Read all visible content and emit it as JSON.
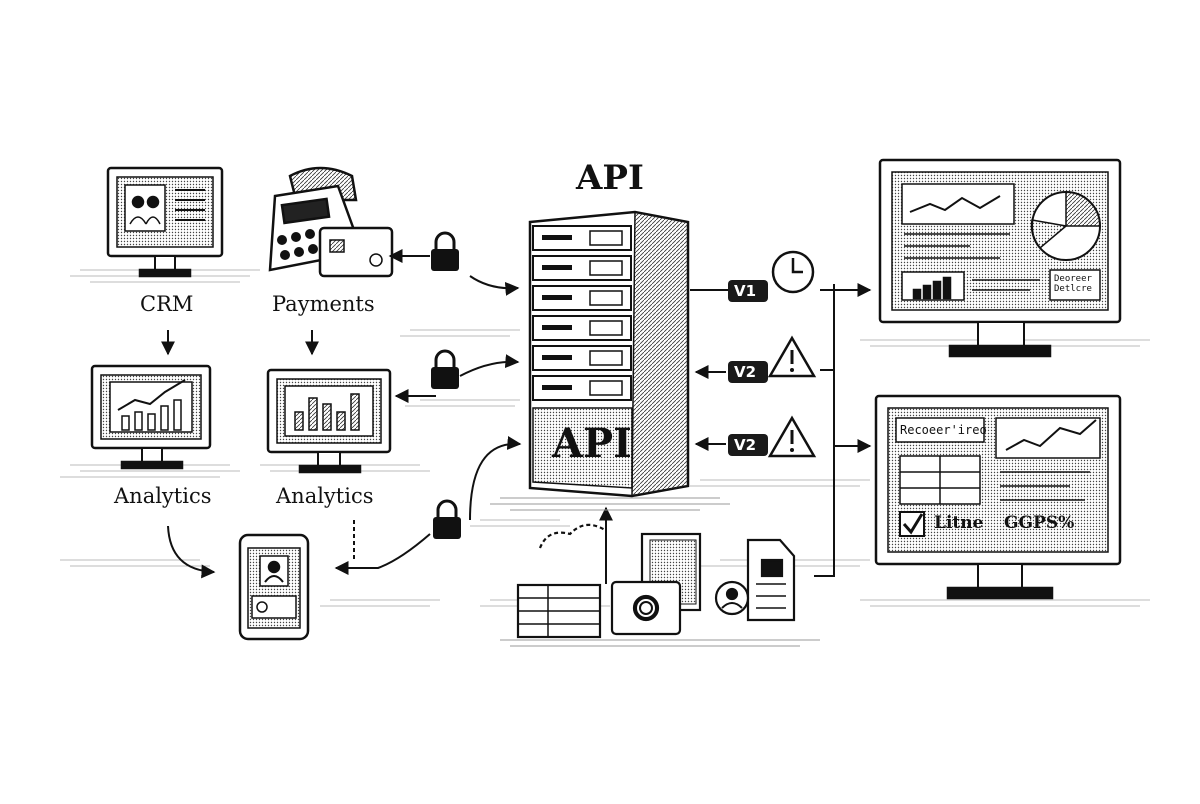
{
  "diagram": {
    "title": "API",
    "server_label": "API",
    "left_nodes": {
      "crm": "CRM",
      "payments": "Payments",
      "analytics_1": "Analytics",
      "analytics_2": "Analytics"
    },
    "versions": [
      "V1",
      "V2",
      "V2"
    ],
    "dashboard_b": {
      "header": "Recoeer'ireo",
      "checkbox_label": "Litne",
      "footer_text": "GGPS%"
    },
    "dashboard_a": {
      "box_text": "Deoreer Detlcre"
    },
    "icons": {
      "locks": [
        "lock-icon",
        "lock-icon",
        "lock-icon"
      ],
      "warning": "warning-icon",
      "clock": "clock-icon",
      "gear": "gear-icon",
      "user": "user-icon"
    },
    "colors": {
      "ink": "#111111",
      "paper": "#ffffff",
      "badge": "#1a1a1a"
    }
  }
}
